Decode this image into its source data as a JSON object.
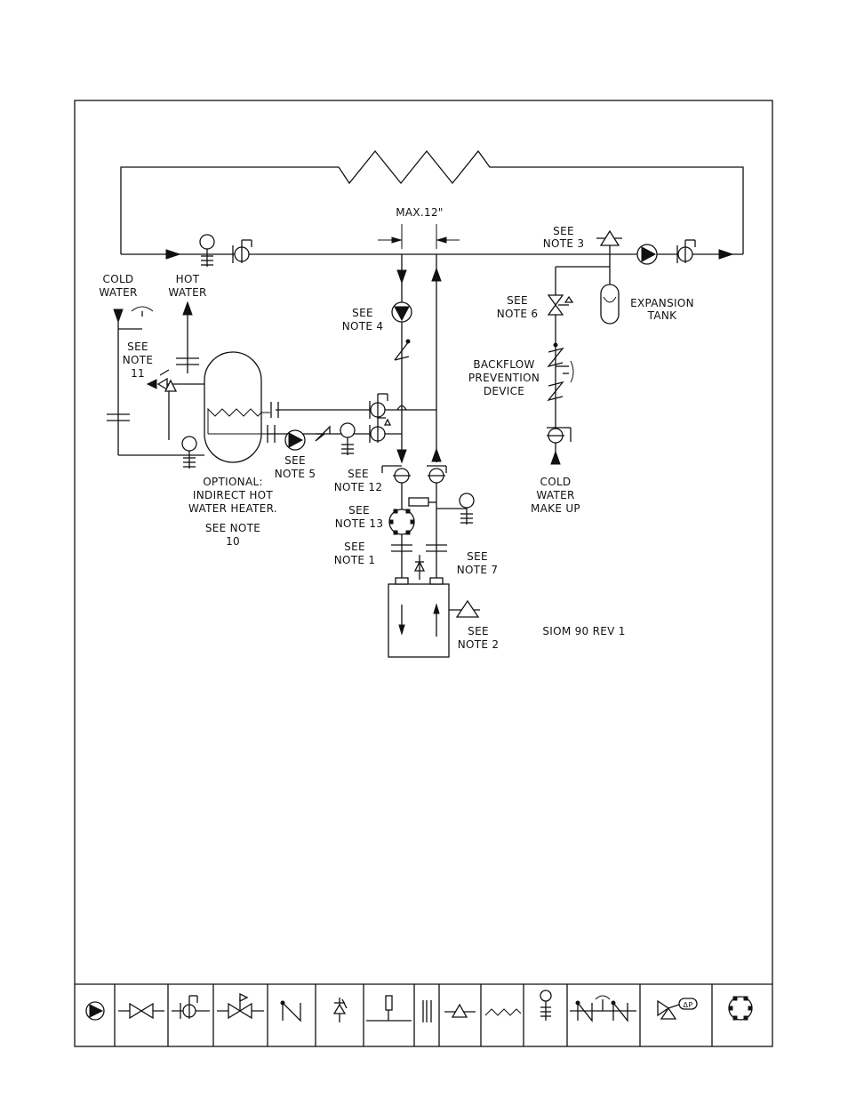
{
  "labels": {
    "max12": "MAX.12\"",
    "note3": [
      "SEE",
      "NOTE  3"
    ],
    "cold_water": [
      "COLD",
      "WATER"
    ],
    "hot_water": [
      "HOT",
      "WATER"
    ],
    "note4": [
      "SEE",
      "NOTE  4"
    ],
    "note6": [
      "SEE",
      "NOTE  6"
    ],
    "expansion_tank": [
      "EXPANSION",
      "TANK"
    ],
    "note11": [
      "SEE",
      "NOTE",
      "11"
    ],
    "backflow": [
      "BACKFLOW",
      "PREVENTION",
      "DEVICE"
    ],
    "note5": [
      "SEE",
      "NOTE  5"
    ],
    "note12": [
      "SEE",
      "NOTE  12"
    ],
    "cold_water_makeup": [
      "COLD",
      "WATER",
      "MAKE  UP"
    ],
    "optional_heater": [
      "OPTIONAL:",
      "INDIRECT  HOT",
      "WATER  HEATER."
    ],
    "note10": [
      "SEE  NOTE",
      "10"
    ],
    "note13": [
      "SEE",
      "NOTE  13"
    ],
    "note1": [
      "SEE",
      "NOTE  1"
    ],
    "note7": [
      "SEE",
      "NOTE  7"
    ],
    "note2": [
      "SEE",
      "NOTE  2"
    ],
    "revision": "SIOM  90  REV  1",
    "legend_dp": "ΔP"
  }
}
